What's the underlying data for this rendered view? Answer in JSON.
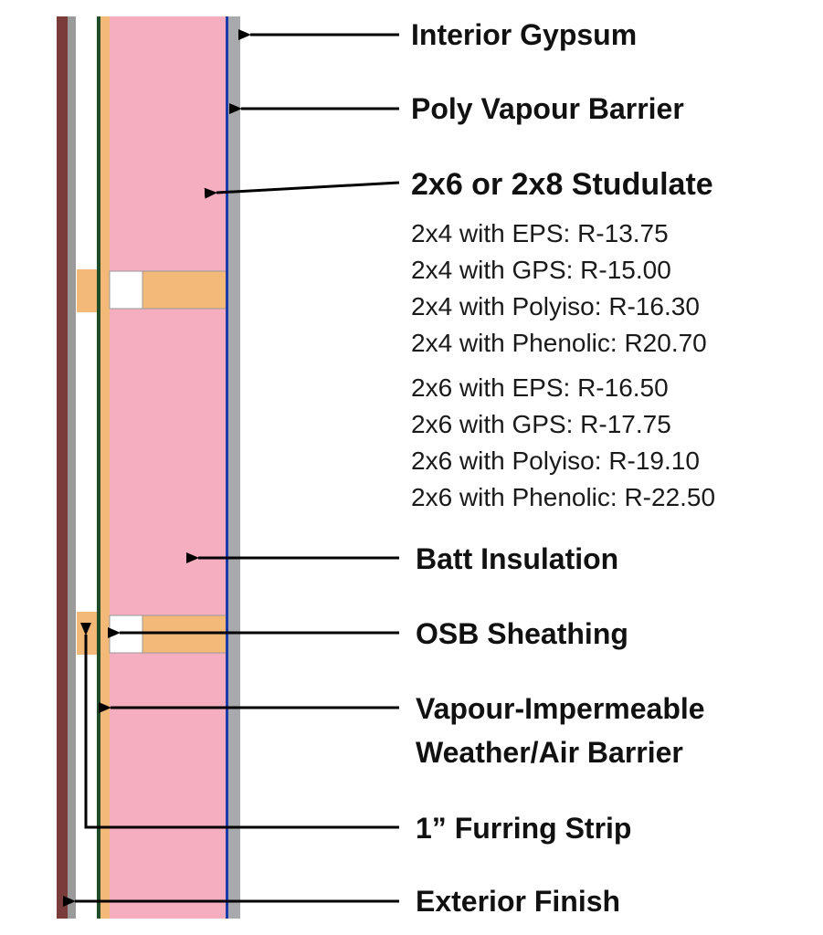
{
  "labels": {
    "interior_gypsum": "Interior Gypsum",
    "poly_vapour_barrier": "Poly Vapour Barrier",
    "studulate": "2x6 or 2x8 Studulate",
    "batt_insulation": "Batt Insulation",
    "osb_sheathing": "OSB Sheathing",
    "weather_barrier_line1": "Vapour-Impermeable",
    "weather_barrier_line2": "Weather/Air Barrier",
    "furring_strip": "1” Furring Strip",
    "exterior_finish": "Exterior Finish"
  },
  "r_values_2x4": [
    "2x4 with EPS: R-13.75",
    "2x4 with GPS: R-15.00",
    "2x4 with Polyiso: R-16.30",
    "2x4 with Phenolic: R20.70"
  ],
  "r_values_2x6": [
    "2x6 with EPS: R-16.50",
    "2x6 with GPS: R-17.75",
    "2x6 with Polyiso: R-19.10",
    "2x6 with Phenolic: R-22.50"
  ],
  "colors": {
    "exterior_finish": "#7a3b3b",
    "exterior_finish_edge": "#9a9a9a",
    "weather_barrier": "#1f4d2a",
    "osb": "#f2b978",
    "batt": "#f4aec0",
    "vapour_barrier": "#1c3aa8",
    "gypsum": "#a7a9ac",
    "arrow": "#000000"
  }
}
